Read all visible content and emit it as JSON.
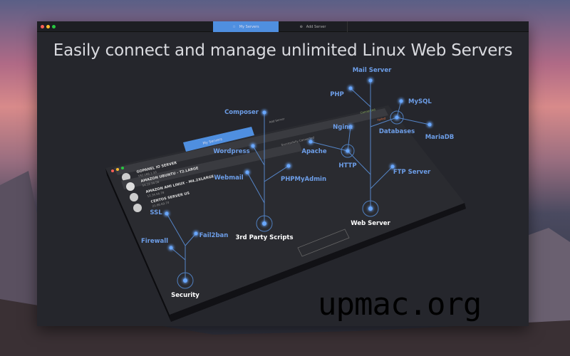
{
  "window": {
    "tabs": [
      {
        "label": "My Servers",
        "icon": "star-icon"
      },
      {
        "label": "Add Server",
        "icon": "plus-circle-icon"
      }
    ]
  },
  "headline": "Easily connect and manage unlimited Linux Web Servers",
  "panel": {
    "tab_my_servers": "My Servers",
    "tab_add_server": "Add Server",
    "status_connected": "Connected",
    "status_failed": "Failed",
    "status_success": "Successfully Connected",
    "servers": [
      {
        "name": "GOPANEL IO SERVER",
        "ip": "192.168.1.10"
      },
      {
        "name": "AMAZON UBUNTU - T2.LARGE",
        "ip": "54.12.34.56"
      },
      {
        "name": "AMAZON AMI LINUX - M4.2XLARGE",
        "ip": "12.34.56.78"
      },
      {
        "name": "CENTOS SERVER US",
        "ip": "21.66.69.70"
      }
    ]
  },
  "diagram": {
    "web_server": "Web Server",
    "mail_server": "Mail Server",
    "php": "PHP",
    "mysql": "MySQL",
    "databases": "Databases",
    "mariadb": "MariaDB",
    "nginx": "Nginx",
    "apache": "Apache",
    "http": "HTTP",
    "ftp_server": "FTP Server",
    "third_party": "3rd Party Scripts",
    "composer": "Composer",
    "wordpress": "Wordpress",
    "webmail": "Webmail",
    "phpmyadmin": "PHPMyAdmin",
    "security": "Security",
    "ssl": "SSL",
    "fail2ban": "Fail2ban",
    "firewall": "Firewall"
  },
  "watermark": "upmac.org",
  "colors": {
    "accent": "#4f8fe0",
    "node": "#6aa8ff",
    "label": "#6d9ee8"
  }
}
